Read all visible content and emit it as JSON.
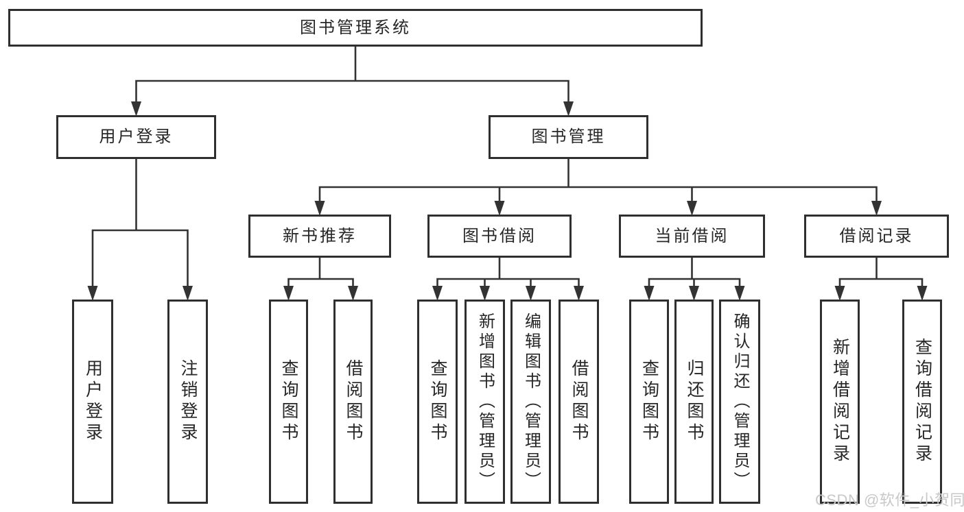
{
  "watermark": {
    "text": "CSDN @软件_小贺同学"
  },
  "colors": {
    "line": "#333333",
    "box_border": "#2f2f2f",
    "text": "#262626",
    "background": "#ffffff",
    "watermark_text": "#c8c8c8"
  },
  "tree": {
    "root": {
      "label": "图书管理系统"
    },
    "branches": [
      {
        "label": "用户登录",
        "children": [
          {
            "label": "用户登录"
          },
          {
            "label": "注销登录"
          }
        ]
      },
      {
        "label": "图书管理",
        "children": [
          {
            "label": "新书推荐",
            "children": [
              {
                "label": "查询图书"
              },
              {
                "label": "借阅图书"
              }
            ]
          },
          {
            "label": "图书借阅",
            "children": [
              {
                "label": "查询图书"
              },
              {
                "label": "新增图书（管理员）"
              },
              {
                "label": "编辑图书（管理员）"
              },
              {
                "label": "借阅图书"
              }
            ]
          },
          {
            "label": "当前借阅",
            "children": [
              {
                "label": "查询图书"
              },
              {
                "label": "归还图书"
              },
              {
                "label": "确认归还（管理员）"
              }
            ]
          },
          {
            "label": "借阅记录",
            "children": [
              {
                "label": "新增借阅记录"
              },
              {
                "label": "查询借阅记录"
              }
            ]
          }
        ]
      }
    ]
  }
}
